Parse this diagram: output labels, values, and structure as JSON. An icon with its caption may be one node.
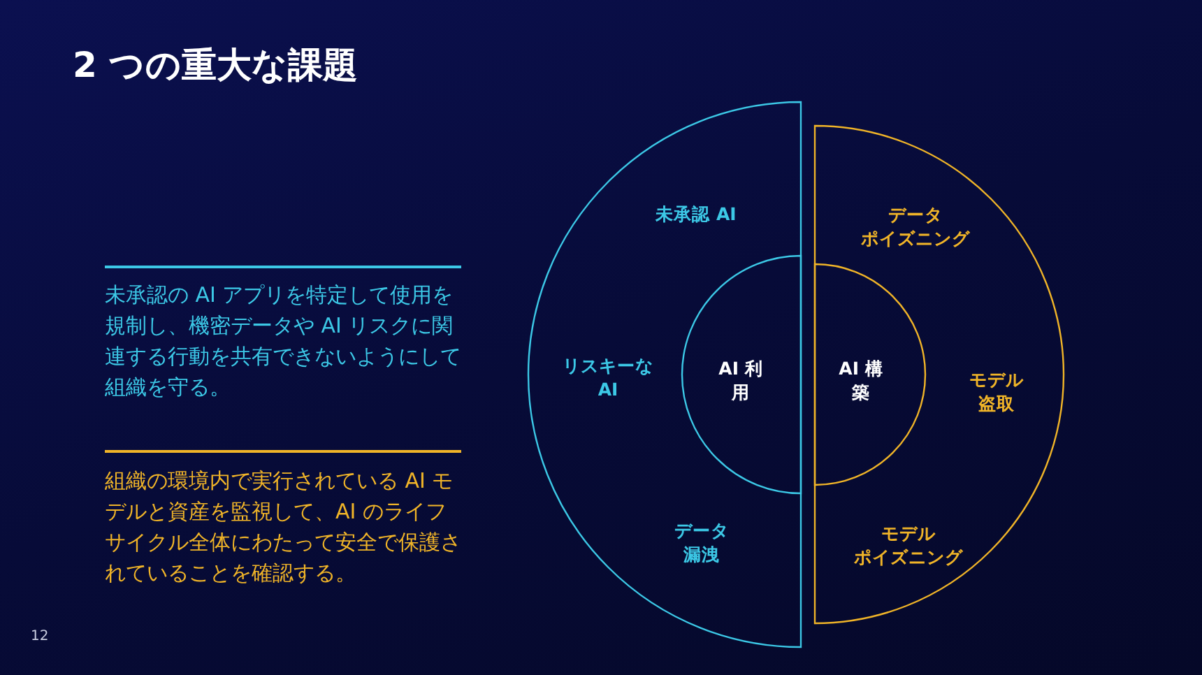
{
  "diagram": {
    "title": "2 つの重大な課題",
    "nodes": [
      {
        "text": [
          "未承認 AI",
          "リスキーな AI",
          "データ漏洩"
        ]
      },
      {
        "text": [
          "AI 利用"
        ],
        "in": 0
      },
      {
        "text": [
          "データポイズニング",
          "モデル盗取",
          "モデルポイズニング"
        ]
      },
      {
        "text": [
          "AI 構築"
        ],
        "in": 2
      }
    ],
    "edges": [],
    "labels": [
      "未承認の AI アプリを特定して使用を規制し、機密データや AI リスクに関連する行動を共有できないようにして組織を守る。",
      "組織の環境内で実行されている AI モデルと資産を監視して、AI のライフサイクル全体にわたって安全で保護されていることを確認する。",
      "12"
    ]
  }
}
